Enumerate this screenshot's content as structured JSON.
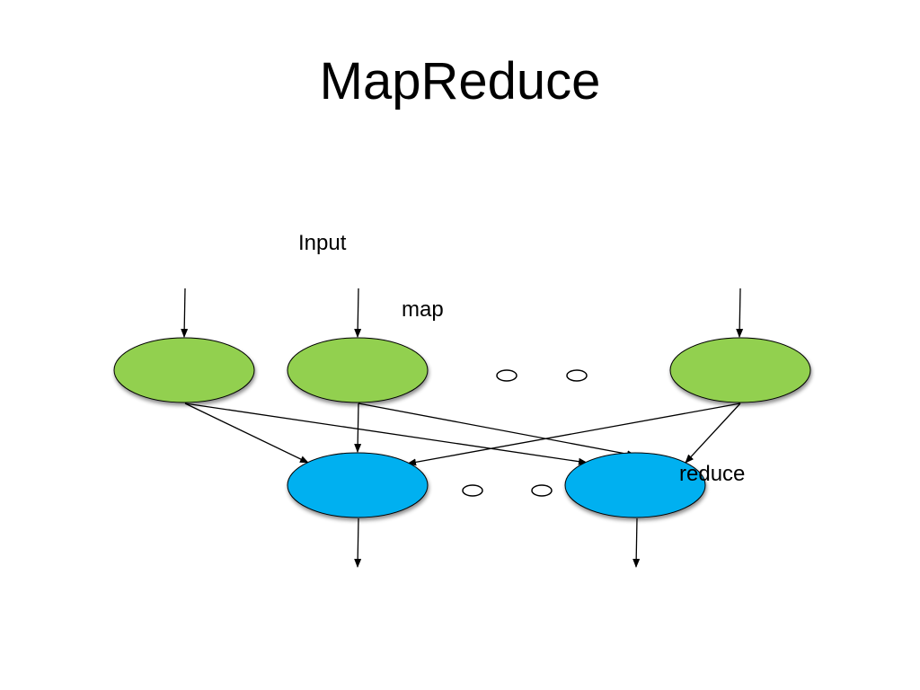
{
  "slide": {
    "title": "MapReduce"
  },
  "diagram": {
    "labels": {
      "input": "Input",
      "map": "map",
      "reduce": "reduce"
    },
    "colors": {
      "map_node": "#92d050",
      "reduce_node": "#00b0f0",
      "stroke": "#000000"
    },
    "map_nodes": [
      "map-node-1",
      "map-node-2",
      "map-node-3"
    ],
    "reduce_nodes": [
      "reduce-node-1",
      "reduce-node-2"
    ],
    "edges": [
      {
        "from": "input",
        "to": "map-node-1"
      },
      {
        "from": "input",
        "to": "map-node-2"
      },
      {
        "from": "input",
        "to": "map-node-3"
      },
      {
        "from": "map-node-1",
        "to": "reduce-node-1"
      },
      {
        "from": "map-node-1",
        "to": "reduce-node-2"
      },
      {
        "from": "map-node-2",
        "to": "reduce-node-1"
      },
      {
        "from": "map-node-2",
        "to": "reduce-node-2"
      },
      {
        "from": "map-node-3",
        "to": "reduce-node-1"
      },
      {
        "from": "map-node-3",
        "to": "reduce-node-2"
      },
      {
        "from": "reduce-node-1",
        "to": "output"
      },
      {
        "from": "reduce-node-2",
        "to": "output"
      }
    ]
  }
}
